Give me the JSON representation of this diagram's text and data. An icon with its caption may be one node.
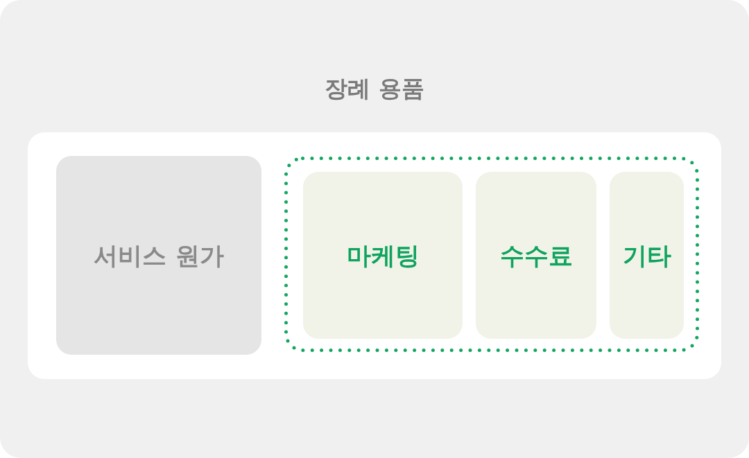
{
  "diagram": {
    "title": "장례 용품",
    "nodes": [
      {
        "text": [],
        "shape": "box"
      },
      {
        "text": [
          "서비스 원가"
        ],
        "in": 0
      },
      {
        "text": [],
        "shape": "box",
        "in": 0
      },
      {
        "text": [
          "마케팅"
        ],
        "in": 2
      },
      {
        "text": [
          "수수료"
        ],
        "in": 2
      },
      {
        "text": [
          "기타"
        ],
        "in": 2
      }
    ]
  }
}
